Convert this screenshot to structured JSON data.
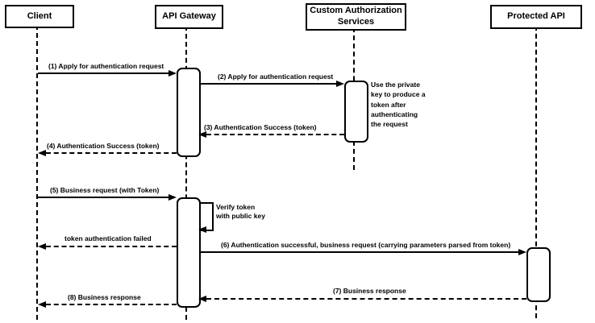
{
  "diagram": {
    "type": "sequence-diagram",
    "colors": {
      "stroke": "#000000",
      "background": "#ffffff"
    },
    "participants": [
      {
        "name": "Client"
      },
      {
        "name": "API Gateway"
      },
      {
        "name": "Custom Authorization Services"
      },
      {
        "name": "Protected API"
      }
    ],
    "messages": [
      {
        "label": "(1) Apply for authentication request",
        "from": "Client",
        "to": "API Gateway",
        "style": "solid"
      },
      {
        "label": "(2) Apply for authentication request",
        "from": "API Gateway",
        "to": "Custom Authorization Services",
        "style": "solid"
      },
      {
        "label": "(3) Authentication Success (token)",
        "from": "Custom Authorization Services",
        "to": "API Gateway",
        "style": "dashed"
      },
      {
        "label": "(4) Authentication Success (token)",
        "from": "API Gateway",
        "to": "Client",
        "style": "dashed"
      },
      {
        "label": "(5) Business request (with Token)",
        "from": "Client",
        "to": "API Gateway",
        "style": "solid"
      },
      {
        "label": "Verify token\nwith public key",
        "from": "API Gateway",
        "to": "API Gateway",
        "style": "self"
      },
      {
        "label": "token authentication failed",
        "from": "API Gateway",
        "to": "Client",
        "style": "dashed"
      },
      {
        "label": "(6) Authentication successful, business request (carrying parameters parsed from token)",
        "from": "API Gateway",
        "to": "Protected API",
        "style": "solid"
      },
      {
        "label": "(7) Business response",
        "from": "Protected API",
        "to": "API Gateway",
        "style": "dashed"
      },
      {
        "label": "(8) Business response",
        "from": "API Gateway",
        "to": "Client",
        "style": "dashed"
      }
    ],
    "note": {
      "text": "Use the private\nkey to produce a\ntoken after\nauthenticating\nthe request",
      "attached_to": "Custom Authorization Services"
    }
  }
}
